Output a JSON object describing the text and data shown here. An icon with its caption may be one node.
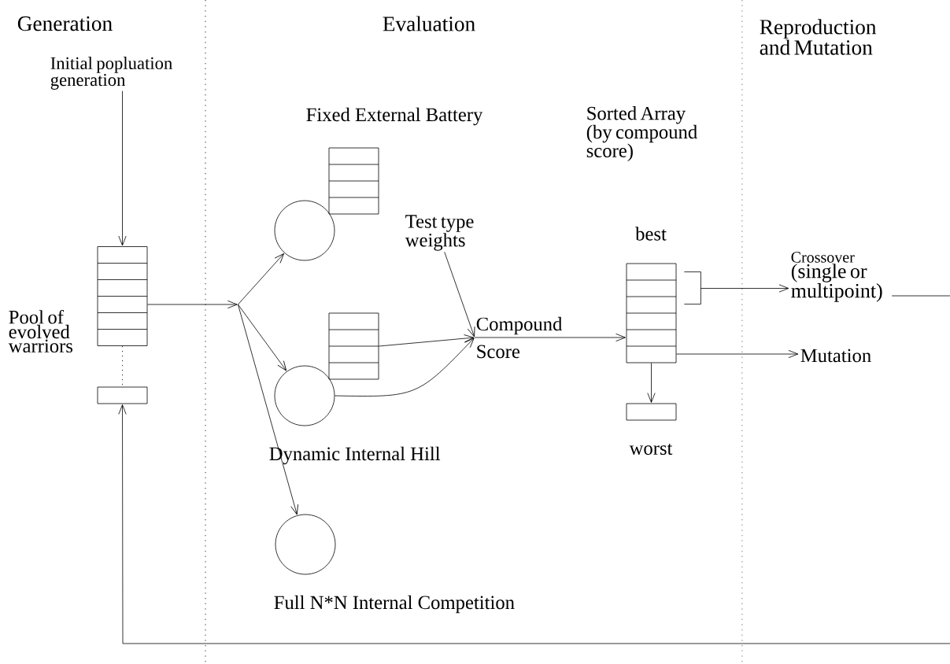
{
  "diagram": {
    "nodes": [
      {
        "text": [
          "Initial popluation generation"
        ]
      },
      {
        "text": [],
        "shape": "box",
        "beside": [
          "Pool of evolved warriors"
        ]
      },
      {
        "text": [],
        "shape": "box"
      },
      {
        "text": [],
        "shape": "circle"
      },
      {
        "text": [],
        "shape": "box",
        "beside": [
          "Fixed External Battery"
        ]
      },
      {
        "text": [],
        "shape": "circle",
        "beside": [
          "Dynamic Internal Hill"
        ]
      },
      {
        "text": [],
        "shape": "box"
      },
      {
        "text": [],
        "shape": "circle",
        "beside": [
          "Full N*N Internal Competition"
        ]
      },
      {
        "text": [
          "Test type weights"
        ]
      },
      {
        "text": [
          "Compound",
          "Score"
        ]
      },
      {
        "text": [],
        "shape": "box",
        "beside": [
          "Sorted Array (by compound score)",
          "best"
        ]
      },
      {
        "text": [],
        "shape": "box",
        "beside": [
          "worst"
        ]
      },
      {
        "text": [
          "Crossover",
          "(single or multipoint)"
        ]
      },
      {
        "text": [
          "Mutation"
        ]
      }
    ],
    "edges": [
      {
        "from": 0,
        "to": 1,
        "arrow": "to"
      },
      {
        "from": 1,
        "to": 2,
        "arrow": "none",
        "style": "dashed"
      },
      {
        "from": 1,
        "to": 3,
        "arrow": "to"
      },
      {
        "from": 1,
        "to": 5,
        "arrow": "to"
      },
      {
        "from": 1,
        "to": 7,
        "arrow": "to"
      },
      {
        "from": 8,
        "to": 9,
        "arrow": "to"
      },
      {
        "from": 6,
        "to": 9,
        "arrow": "to"
      },
      {
        "from": 5,
        "to": 9,
        "arrow": "to"
      },
      {
        "from": 9,
        "to": 10,
        "arrow": "to"
      },
      {
        "from": 10,
        "to": 11,
        "arrow": "to"
      },
      {
        "from": 10,
        "to": 12,
        "arrow": "to"
      },
      {
        "from": 10,
        "to": 13,
        "arrow": "to"
      },
      {
        "from": 12,
        "to": null,
        "arrow": "none"
      },
      {
        "from": null,
        "to": 2,
        "arrow": "to"
      }
    ],
    "labels": [
      "Generation",
      "Evaluation",
      "Reproduction and Mutation"
    ]
  }
}
